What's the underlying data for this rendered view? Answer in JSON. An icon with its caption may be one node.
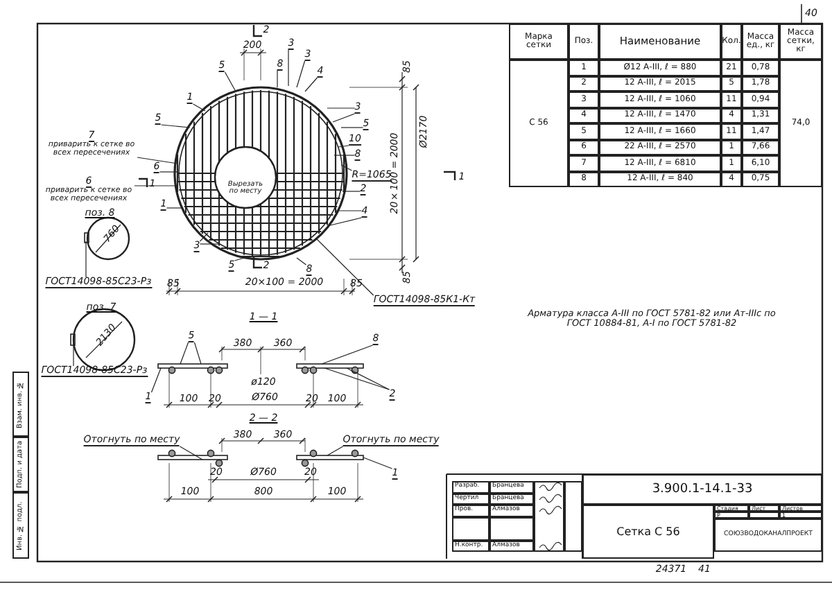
{
  "diagram": {
    "nodes": [
      {
        "text": [
          "5"
        ]
      },
      {
        "text": [
          "3"
        ]
      },
      {
        "text": [
          "8"
        ]
      },
      {
        "text": [
          "3"
        ]
      },
      {
        "text": [
          "4"
        ]
      },
      {
        "text": [
          "1"
        ]
      },
      {
        "text": [
          "5"
        ]
      },
      {
        "text": [
          "7",
          "приварить к сетке во всех пересечениях"
        ]
      },
      {
        "text": [
          "6"
        ]
      },
      {
        "text": [
          "6",
          "приварить к сетке во всех пересечениях"
        ]
      },
      {
        "text": [
          "1"
        ]
      },
      {
        "text": [
          "3"
        ]
      },
      {
        "text": [
          "3"
        ]
      },
      {
        "text": [
          "5"
        ]
      },
      {
        "text": [
          "10"
        ]
      },
      {
        "text": [
          "8"
        ]
      },
      {
        "text": [
          "R=1065"
        ]
      },
      {
        "text": [
          "2"
        ]
      },
      {
        "text": [
          "4"
        ]
      },
      {
        "text": [
          "5"
        ]
      },
      {
        "text": [
          "8"
        ]
      },
      {
        "text": [
          "ГОСТ14098-85К1-Кт"
        ]
      },
      {
        "text": [
          "ГОСТ14098-85С23-Рз"
        ]
      },
      {
        "text": [
          "ГОСТ14098-85С23-Рз"
        ]
      },
      {
        "text": [
          "5"
        ]
      },
      {
        "text": [
          "1"
        ]
      },
      {
        "text": [
          "8"
        ]
      },
      {
        "text": [
          "2"
        ]
      },
      {
        "text": [
          "Отогнуть по месту"
        ]
      },
      {
        "text": [
          "Отогнуть по месту"
        ]
      },
      {
        "text": [
          "1"
        ]
      },
      {
        "text": [],
        "shape": "picture"
      },
      {
        "text": [],
        "shape": "picture"
      },
      {
        "text": [],
        "shape": "picture"
      },
      {
        "text": [],
        "shape": "picture"
      },
      {
        "text": [],
        "shape": "picture"
      }
    ],
    "edges": [
      {
        "from": 0,
        "to": 31,
        "arrow": "none"
      },
      {
        "from": 1,
        "to": 31,
        "arrow": "none"
      },
      {
        "from": 2,
        "to": 31,
        "arrow": "none"
      },
      {
        "from": 3,
        "to": 31,
        "arrow": "none"
      },
      {
        "from": 4,
        "to": 31,
        "arrow": "none"
      },
      {
        "from": 5,
        "to": 31,
        "arrow": "none"
      },
      {
        "from": 6,
        "to": 31,
        "arrow": "none"
      },
      {
        "from": 7,
        "to": 31,
        "arrow": "none"
      },
      {
        "from": 8,
        "to": 31,
        "arrow": "none"
      },
      {
        "from": 9,
        "to": 31,
        "arrow": "none"
      },
      {
        "from": 10,
        "to": 31,
        "arrow": "none"
      },
      {
        "from": 11,
        "to": 31,
        "arrow": "none"
      },
      {
        "from": 11,
        "to": 31,
        "arrow": "none"
      },
      {
        "from": 12,
        "to": 31,
        "arrow": "none"
      },
      {
        "from": 12,
        "to": 31,
        "arrow": "none"
      },
      {
        "from": 13,
        "to": 31,
        "arrow": "none"
      },
      {
        "from": 14,
        "to": 31,
        "arrow": "none"
      },
      {
        "from": 15,
        "to": 31,
        "arrow": "none"
      },
      {
        "from": 16,
        "to": 31,
        "arrow": "none"
      },
      {
        "from": 17,
        "to": 31,
        "arrow": "none"
      },
      {
        "from": 18,
        "to": 31,
        "arrow": "none"
      },
      {
        "from": 18,
        "to": 31,
        "arrow": "none"
      },
      {
        "from": 19,
        "to": 31,
        "arrow": "none"
      },
      {
        "from": 20,
        "to": 31,
        "arrow": "none"
      },
      {
        "from": 21,
        "to": 31,
        "arrow": "none"
      },
      {
        "from": 22,
        "to": 32,
        "arrow": "none"
      },
      {
        "from": 23,
        "to": 33,
        "arrow": "none"
      },
      {
        "from": 24,
        "to": 34,
        "arrow": "none"
      },
      {
        "from": 24,
        "to": 34,
        "arrow": "none"
      },
      {
        "from": 25,
        "to": 34,
        "arrow": "none"
      },
      {
        "from": 26,
        "to": 34,
        "arrow": "none"
      },
      {
        "from": 27,
        "to": 34,
        "arrow": "none"
      },
      {
        "from": 27,
        "to": 34,
        "arrow": "none"
      },
      {
        "from": 28,
        "to": 35,
        "arrow": "none"
      },
      {
        "from": 29,
        "to": 35,
        "arrow": "none"
      },
      {
        "from": 30,
        "to": 35,
        "arrow": "none"
      }
    ],
    "labels": [
      "40",
      "2",
      "200",
      "85",
      "20×100 = 2000",
      "85",
      "Ø2170",
      "1",
      "1",
      "Вырезать по месту",
      "2",
      "85",
      "20×100 = 2000",
      "85",
      "поз. 8",
      "760",
      "поз. 7",
      "2130",
      "1 — 1",
      "380",
      "360",
      "ø120",
      "100",
      "20",
      "Ø760",
      "20",
      "100",
      "2 — 2",
      "380",
      "360",
      "20",
      "Ø760",
      "20",
      "100",
      "800",
      "100",
      "Марка сетки",
      "Поз.",
      "Наименование",
      "Кол.",
      "Масса ед., кг",
      "Масса сетки, кг",
      "С 56",
      "1",
      "Ø12 А-III, ℓ = 880",
      "21",
      "0,78",
      "74,0",
      "2",
      "12 А-III, ℓ = 2015",
      "5",
      "1,78",
      "3",
      "12 А-III, ℓ = 1060",
      "11",
      "0,94",
      "4",
      "12 А-III, ℓ = 1470",
      "4",
      "1,31",
      "5",
      "12 А-III, ℓ = 1660",
      "11",
      "1,47",
      "6",
      "22 А-III, ℓ = 2570",
      "1",
      "7,66",
      "7",
      "12 А-III, ℓ = 6810",
      "1",
      "6,10",
      "8",
      "12 А-III, ℓ = 840",
      "4",
      "0,75",
      "Арматура класса А-III по ГОСТ 5781-82 или Ат-IIIс по ГОСТ 10884-81, А-I по ГОСТ 5781-82",
      "Разраб.",
      "Бранцева",
      "3.900.1-14.1-33",
      "Чертил",
      "Бранцева",
      "Пров.",
      "Алмазов",
      "Стадия",
      "Лист",
      "Листов",
      "Сетка С 56",
      "Р",
      "1",
      "СОЮЗВОДОКАНАЛПРОЕКТ",
      "Н.контр.",
      "Алмазов",
      "24371",
      "41",
      "Инв. № подл.",
      "Подп. и дата",
      "Взам. инв. №"
    ]
  }
}
